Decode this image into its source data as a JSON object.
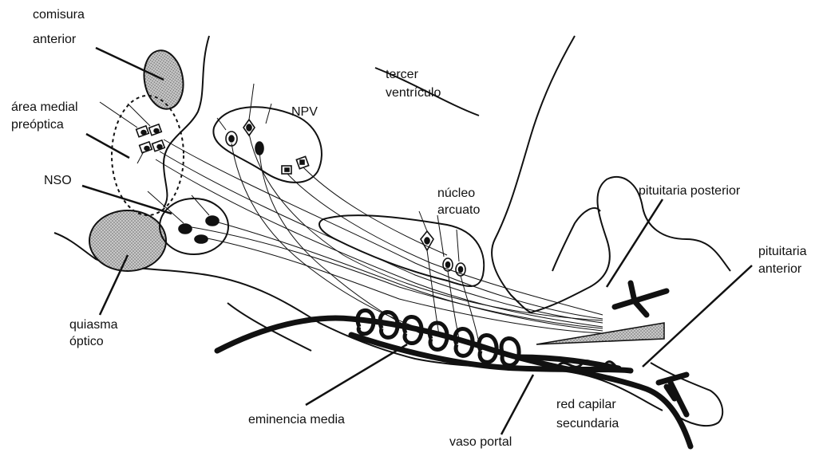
{
  "labels": {
    "comisura_anterior": [
      "comisura",
      "anterior"
    ],
    "area_medial_preoptica": [
      "área medial",
      "preóptica"
    ],
    "nso": "NSO",
    "quiasma_optico": [
      "quiasma",
      "óptico"
    ],
    "tercer_ventriculo": [
      "tercer",
      "ventrículo"
    ],
    "npv": "NPV",
    "nucleo_arcuato": [
      "núcleo",
      "arcuato"
    ],
    "pituitaria_posterior": "pituitaria posterior",
    "pituitaria_anterior": [
      "pituitaria",
      "anterior"
    ],
    "eminencia_media": "eminencia media",
    "red_capilar_secundaria": [
      "red capilar",
      "secundaria"
    ],
    "vaso_portal": "vaso portal"
  },
  "colors": {
    "ink": "#111111",
    "stipple_fill": "#bdbdbd"
  }
}
